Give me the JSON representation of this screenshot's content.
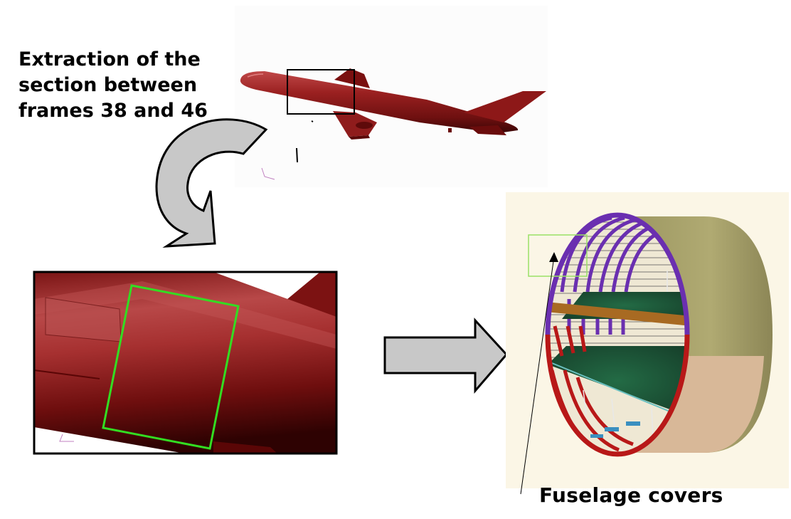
{
  "diagram": {
    "title_lines": [
      "Extraction of the",
      "section between",
      "frames 38 and 46"
    ],
    "caption": "Fuselage covers"
  },
  "colors": {
    "fuselage_red": "#8a1616",
    "highlight_green": "#33dd22",
    "arrow_gray": "#c8c8c8",
    "frame_purple": "#6a2fb0",
    "cover_olive": "#a8a268",
    "cover_tan": "#d8b898",
    "floor_green": "#1e5a3a"
  },
  "icons": [
    "curved-arrow-icon",
    "right-arrow-icon"
  ]
}
